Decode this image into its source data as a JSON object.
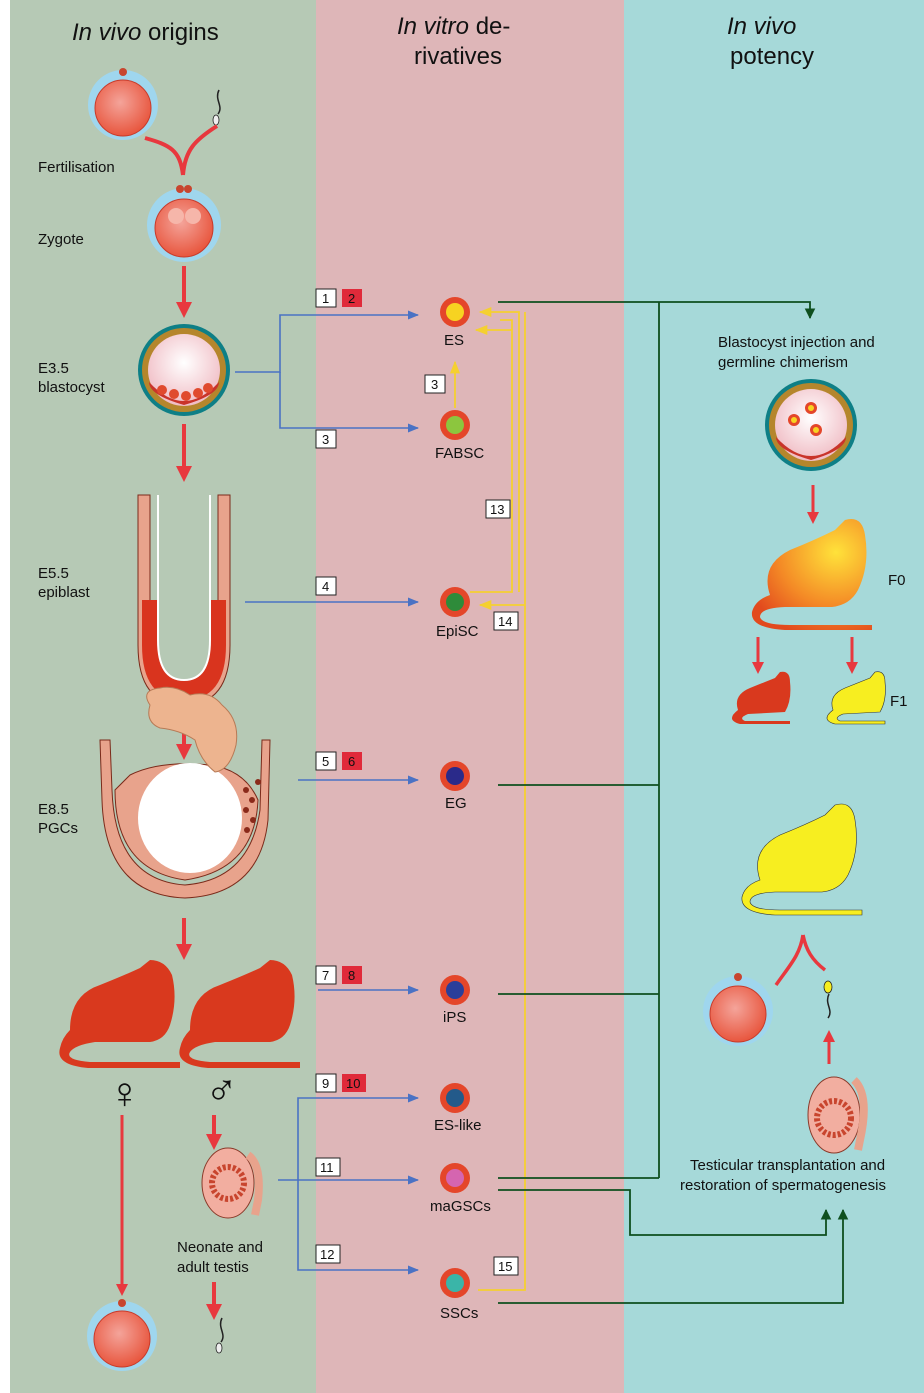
{
  "headers": {
    "col1": {
      "italic": "In vivo",
      "rest": " origins"
    },
    "col2": {
      "italic": "In vitro",
      "rest": " de-",
      "line2": "rivatives"
    },
    "col3": {
      "italic": "In vivo",
      "line2": "potency"
    }
  },
  "stages": {
    "fertilisation": "Fertilisation",
    "zygote": "Zygote",
    "blastocyst_1": "E3.5",
    "blastocyst_2": "blastocyst",
    "epiblast_1": "E5.5",
    "epiblast_2": "epiblast",
    "pgc_1": "E8.5",
    "pgc_2": "PGCs",
    "testis_1": "Neonate and",
    "testis_2": "adult testis",
    "female_symbol": "♀",
    "male_symbol": "♂"
  },
  "cells": {
    "es": "ES",
    "fabsc": "FABSC",
    "episc": "EpiSC",
    "eg": "EG",
    "ips": "iPS",
    "es_like": "ES-like",
    "magscs": "maGSCs",
    "sscs": "SSCs"
  },
  "numbers": {
    "n1": "1",
    "n2": "2",
    "n3a": "3",
    "n3b": "3",
    "n4": "4",
    "n5": "5",
    "n6": "6",
    "n7": "7",
    "n8": "8",
    "n9": "9",
    "n10": "10",
    "n11": "11",
    "n12": "12",
    "n13": "13",
    "n14": "14",
    "n15": "15"
  },
  "potency": {
    "blastocyst_1": "Blastocyst injection and",
    "blastocyst_2": "germline chimerism",
    "f0": "F0",
    "f1": "F1",
    "testicular_1": "Testicular transplantation and",
    "testicular_2": "restoration of spermatogenesis"
  },
  "colors": {
    "col1_bg": "#b6c9b5",
    "col2_bg": "#deb6b8",
    "col3_bg": "#a6d9d9",
    "red_arrow": "#e8383e",
    "blue_line": "#4a72c4",
    "yellow_line": "#f5d030",
    "green_line": "#0e4f1e",
    "mouse_red": "#d9391e",
    "mouse_yellow": "#f7ee20"
  }
}
